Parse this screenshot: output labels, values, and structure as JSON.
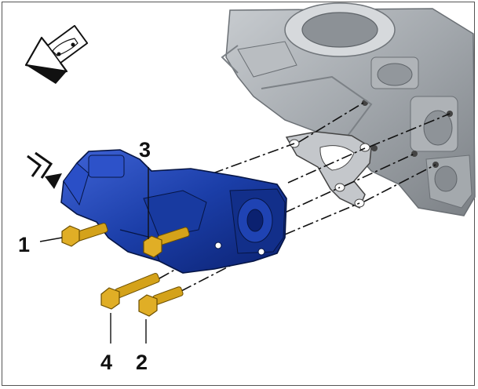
{
  "diagram": {
    "callouts": [
      {
        "id": "1",
        "label": "1"
      },
      {
        "id": "2",
        "label": "2"
      },
      {
        "id": "3",
        "label": "3"
      },
      {
        "id": "4",
        "label": "4"
      }
    ],
    "icons": {
      "direction": "vehicle-direction-arrow-icon",
      "zoom": "zoom-double-chevron-icon"
    },
    "colors": {
      "housing": "#9aa0a6",
      "pump_body": "#173a9e",
      "bolts": "#d4a21a",
      "gasket": "#a9adb2",
      "leader_lines": "#111111",
      "border": "#555555"
    }
  }
}
